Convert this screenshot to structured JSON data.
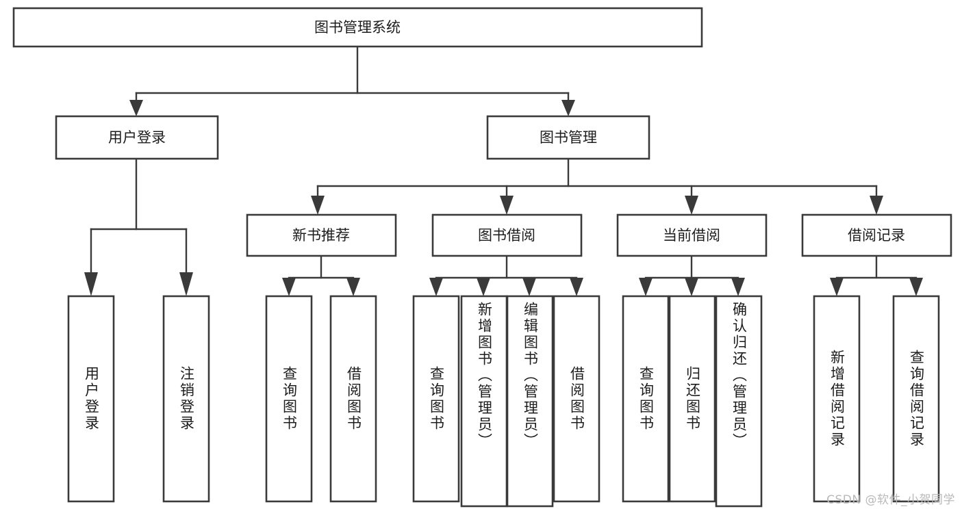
{
  "diagram": {
    "title": "图书管理系统",
    "type": "hierarchy-tree",
    "watermark": "CSDN @软件_小贺同学",
    "colors": {
      "box_stroke": "#3a3a3a",
      "box_fill": "#ffffff",
      "connector": "#3a3a3a",
      "text": "#1c1c1c",
      "watermark": "#b9b9b9",
      "background": "#ffffff"
    },
    "root": {
      "label": "图书管理系统"
    },
    "level2": [
      {
        "label": "用户登录"
      },
      {
        "label": "图书管理"
      }
    ],
    "level3": [
      {
        "label": "新书推荐"
      },
      {
        "label": "图书借阅"
      },
      {
        "label": "当前借阅"
      },
      {
        "label": "借阅记录"
      }
    ],
    "leaves": {
      "user_login": [
        {
          "label": "用户登录"
        },
        {
          "label": "注销登录"
        }
      ],
      "new_book_recommend": [
        {
          "label": "查询图书"
        },
        {
          "label": "借阅图书"
        }
      ],
      "book_borrow": [
        {
          "label": "查询图书"
        },
        {
          "label": "新增图书（管理员）"
        },
        {
          "label": "编辑图书（管理员）"
        },
        {
          "label": "借阅图书"
        }
      ],
      "current_borrow": [
        {
          "label": "查询图书"
        },
        {
          "label": "归还图书"
        },
        {
          "label": "确认归还（管理员）"
        }
      ],
      "borrow_record": [
        {
          "label": "新增借阅记录"
        },
        {
          "label": "查询借阅记录"
        }
      ]
    }
  }
}
